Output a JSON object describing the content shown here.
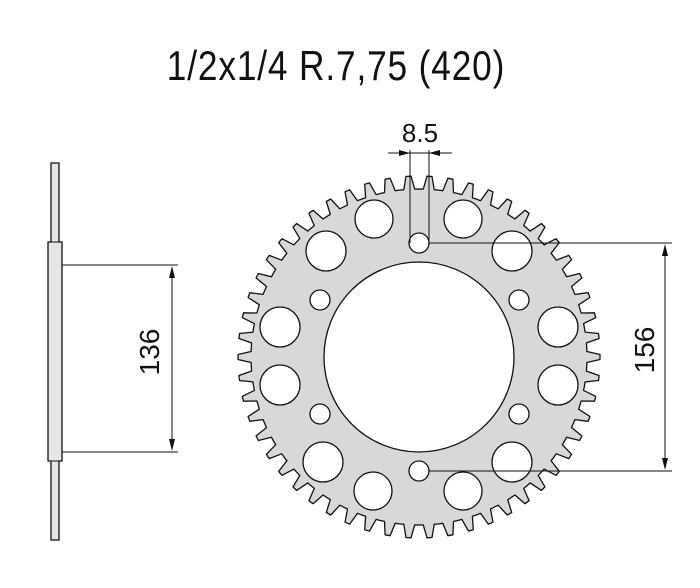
{
  "title": "1/2x1/4 R.7,75 (420)",
  "dimensions": {
    "hole_diameter": "8.5",
    "hub_bolt_circle": "136",
    "sprocket_bolt_circle": "156"
  },
  "colors": {
    "sprocket_fill": "#d8d8d8",
    "outline": "#111111",
    "background": "#ffffff"
  }
}
